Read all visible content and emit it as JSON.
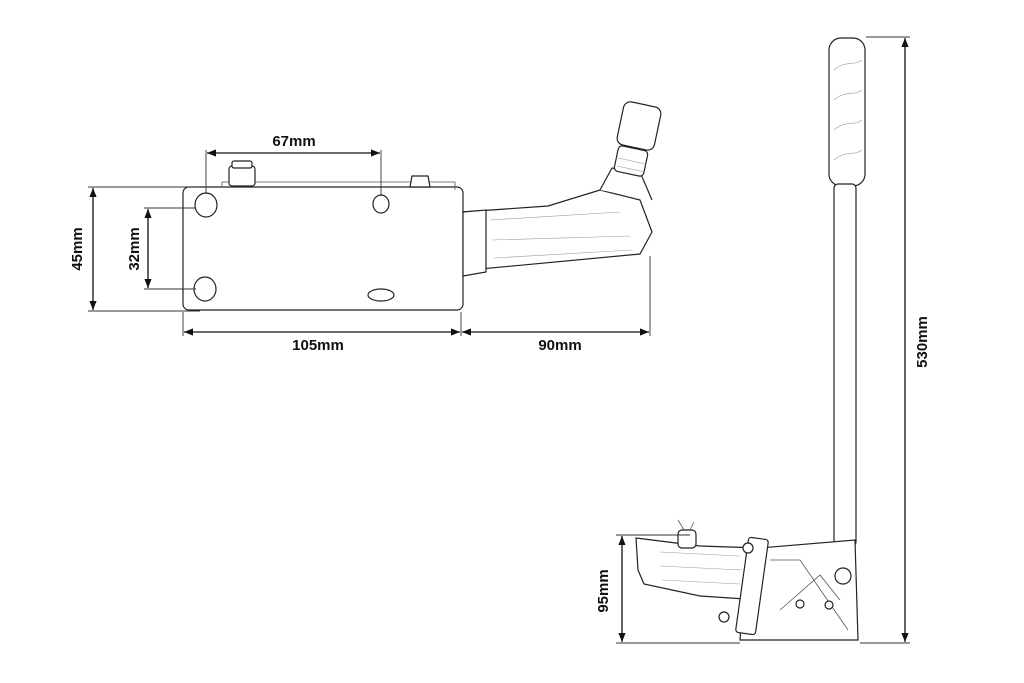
{
  "dimensions": {
    "hole_spacing": "67mm",
    "body_height": "45mm",
    "hole_vertical": "32mm",
    "body_length": "105mm",
    "cylinder_length": "90mm",
    "lever_height": "530mm",
    "base_height": "95mm"
  },
  "colors": {
    "line": "#111111",
    "background": "#ffffff"
  }
}
